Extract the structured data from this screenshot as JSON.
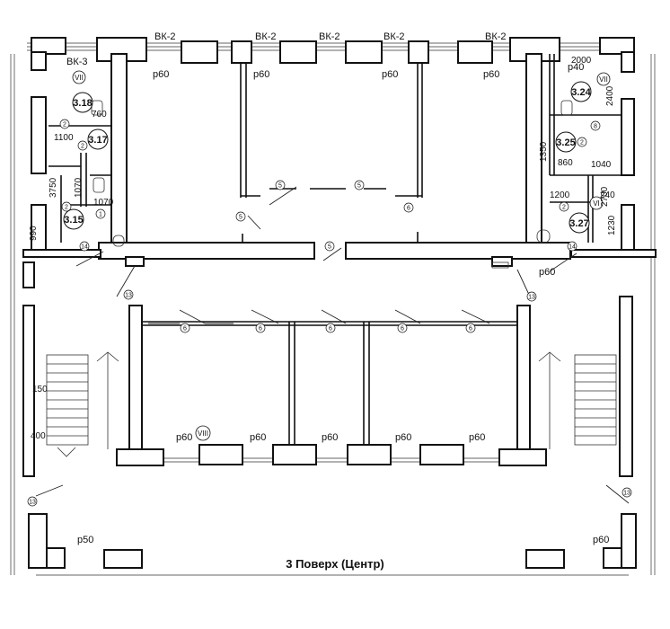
{
  "caption": "3 Поверх (Центр)",
  "beams": [
    "ВК-2",
    "ВК-2",
    "ВК-2",
    "ВК-2",
    "ВК-2",
    "ВК-3"
  ],
  "rooms": {
    "r318": "3.18",
    "r317": "3.17",
    "r315": "3.15",
    "r324": "3.24",
    "r325": "3.25",
    "r327": "3.27"
  },
  "radiators": {
    "top1": "p60",
    "top2": "p60",
    "top3": "p60",
    "top4": "p60",
    "right_top": "p40",
    "right_corridor": "p60",
    "bottom1": "p60",
    "bottom2": "p60",
    "bottom3": "p60",
    "bottom4": "p60",
    "bottom5": "p60",
    "left_lower": "p50",
    "right_lower": "p60"
  },
  "numerals": {
    "left_wc": "VII",
    "right_wc": "VII",
    "mid": "VIII",
    "right_small": "VI"
  },
  "dims": {
    "d760": "760",
    "d1100": "1100",
    "d1070a": "1070",
    "d1070b": "1070",
    "d3750": "3750",
    "d990": "990",
    "d2000": "2000",
    "d2400": "2400",
    "d1350": "1350",
    "d860": "860",
    "d1040": "1040",
    "d1200": "1200",
    "d2700": "2700",
    "d240": "240",
    "d1230": "1230",
    "d150": "150",
    "d400": "400"
  },
  "door_marks": {
    "c1": "5",
    "c2": "5",
    "c3": "5",
    "c4": "5",
    "c5": "6",
    "c6": "14",
    "c7": "14",
    "c8": "13",
    "c9": "13",
    "c10": "13",
    "c11": "13",
    "c12": "6",
    "c13": "6",
    "c14": "6",
    "c15": "6",
    "c16": "6",
    "c17": "2",
    "c18": "2",
    "c19": "1",
    "c20": "2",
    "c21": "2",
    "c22": "8",
    "c23": "2"
  }
}
